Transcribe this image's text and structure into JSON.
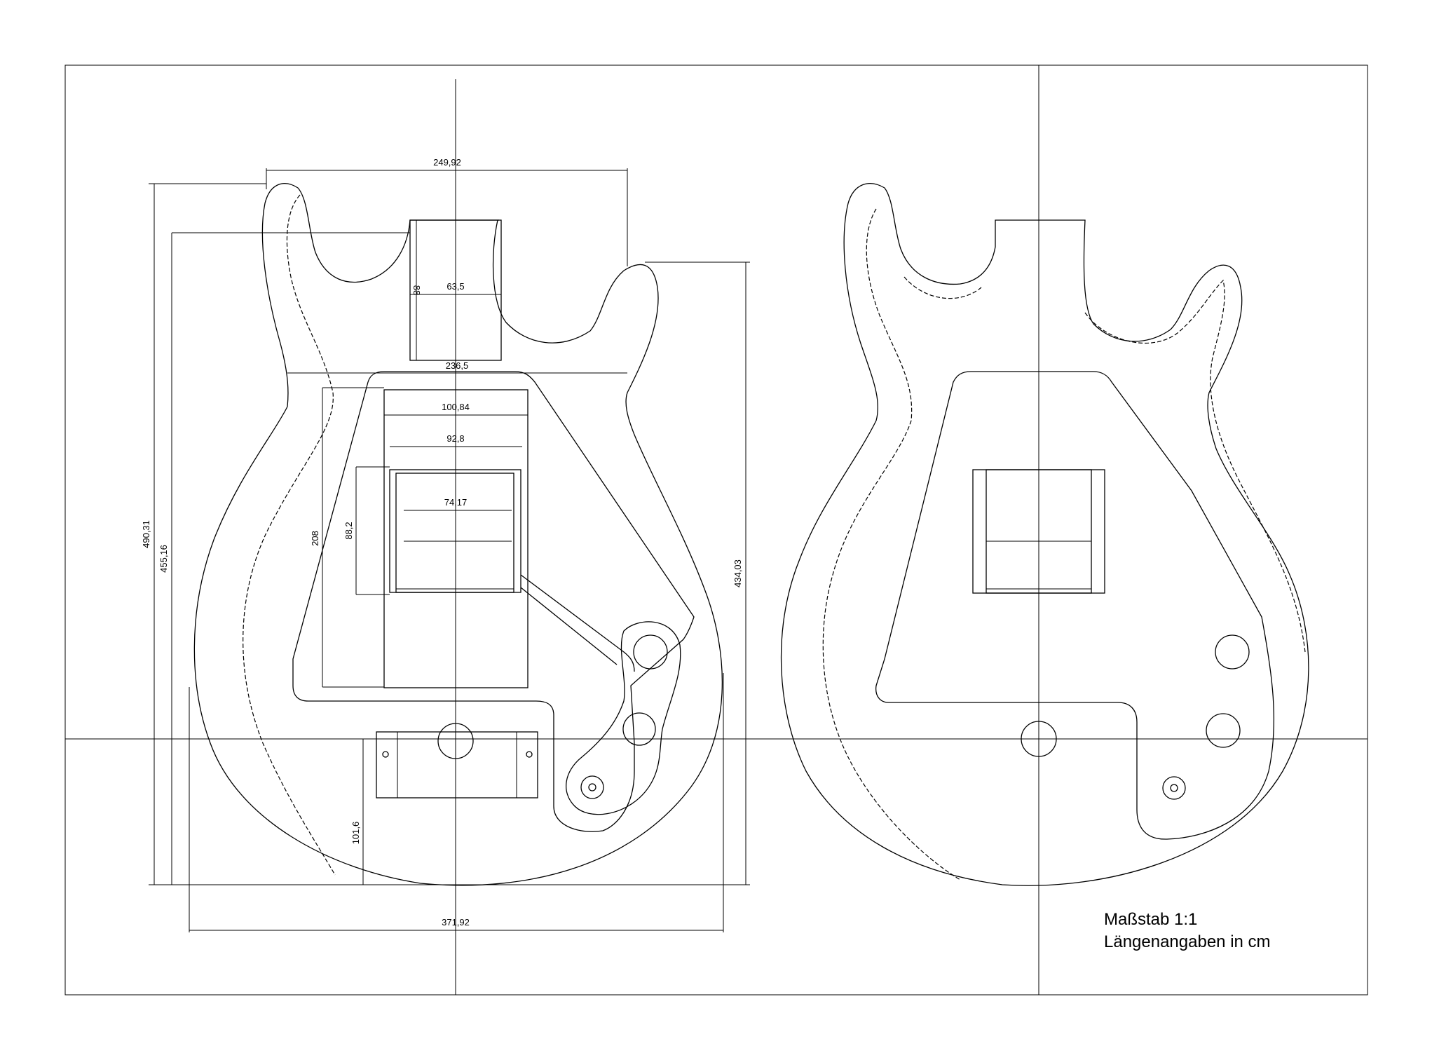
{
  "dimensions": {
    "top_width": "249,92",
    "neck_pocket_width": "63,5",
    "neck_pocket_depth": "88",
    "cavity_top_width": "236,5",
    "cavity_width_1": "100,84",
    "cavity_width_2": "92,8",
    "pickup_width": "74,17",
    "cavity_height": "208",
    "pickup_height": "88,2",
    "total_height": "490,31",
    "body_height": "455,16",
    "right_height": "434,03",
    "bottom_offset": "101,6",
    "total_width": "371,92"
  },
  "notes": {
    "scale": "Maßstab 1:1",
    "units": "Längenangaben in cm"
  }
}
